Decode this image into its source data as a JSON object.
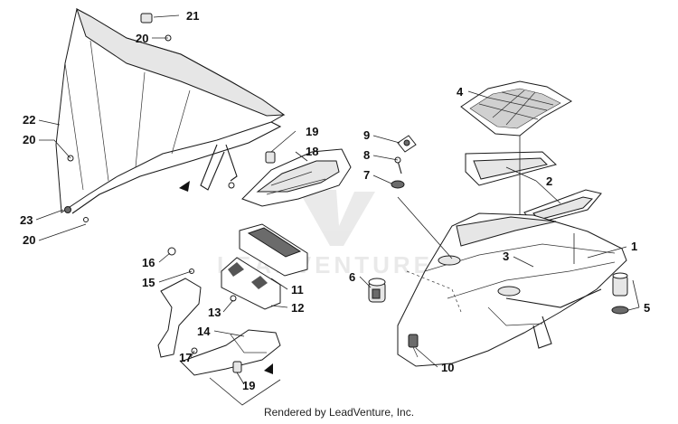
{
  "diagram": {
    "footer": "Rendered by LeadVenture, Inc.",
    "watermark": "LEADVENTURE",
    "callouts": [
      "21",
      "20",
      "22",
      "20",
      "23",
      "20",
      "19",
      "18",
      "9",
      "8",
      "7",
      "4",
      "2",
      "1",
      "3",
      "6",
      "5",
      "10",
      "16",
      "15",
      "11",
      "12",
      "13",
      "14",
      "17",
      "19"
    ]
  }
}
